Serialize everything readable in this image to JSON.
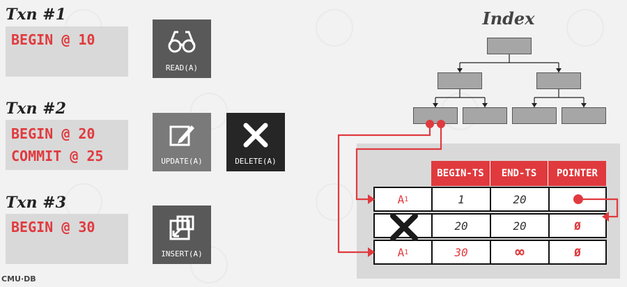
{
  "transactions": [
    {
      "title": "Txn #1",
      "lines": [
        "BEGIN @ 10"
      ]
    },
    {
      "title": "Txn #2",
      "lines": [
        "BEGIN @ 20",
        "COMMIT @ 25"
      ]
    },
    {
      "title": "Txn #3",
      "lines": [
        "BEGIN @ 30"
      ]
    }
  ],
  "operations": {
    "read": "READ(A)",
    "update": "UPDATE(A)",
    "delete": "DELETE(A)",
    "insert": "INSERT(A)"
  },
  "index": {
    "title": "Index"
  },
  "table": {
    "headers": [
      "BEGIN-TS",
      "END-TS",
      "POINTER"
    ],
    "rows": [
      {
        "key": "A",
        "sub": "1",
        "begin": "1",
        "end": "20",
        "pointer": ""
      },
      {
        "key": "",
        "sub": "",
        "begin": "20",
        "end": "20",
        "pointer": "Ø"
      },
      {
        "key": "A",
        "sub": "1",
        "begin": "30",
        "end": "∞",
        "pointer": "Ø"
      }
    ]
  },
  "footer": {
    "logo": "CMU·DB"
  },
  "colors": {
    "accent": "#e03a3e",
    "dark": "#262626",
    "gray": "#595959"
  }
}
